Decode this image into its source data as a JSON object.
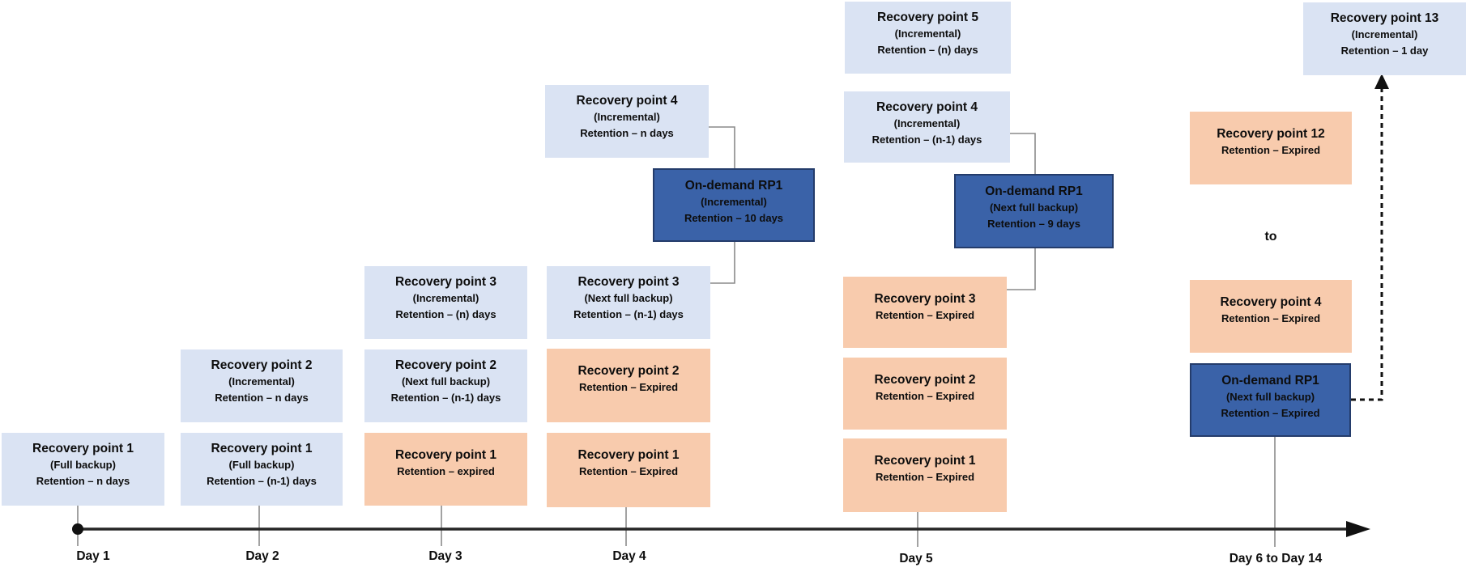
{
  "colors": {
    "scheduled": "#dae3f3",
    "expired": "#f8cbad",
    "ondemand": "#3a62a8",
    "ondemand-border": "#243c6b",
    "axis": "#262626",
    "connector": "#8a8a8a",
    "ink": "#0d0d0d"
  },
  "boxes": {
    "d1_rp1": {
      "lines": [
        "Recovery point 1",
        "(Full backup)",
        "Retention – n days"
      ]
    },
    "d2_rp2": {
      "lines": [
        "Recovery point 2",
        "(Incremental)",
        "Retention – n days"
      ]
    },
    "d2_rp1": {
      "lines": [
        "Recovery point 1",
        "(Full backup)",
        "Retention – (n-1) days"
      ]
    },
    "d3_rp3": {
      "lines": [
        "Recovery point 3",
        "(Incremental)",
        "Retention – (n) days"
      ]
    },
    "d3_rp2": {
      "lines": [
        "Recovery point 2",
        "(Next full backup)",
        "Retention – (n-1) days"
      ]
    },
    "d3_rp1": {
      "lines": [
        "Recovery point 1",
        "Retention – expired"
      ]
    },
    "d4_rp4": {
      "lines": [
        "Recovery point 4",
        "(Incremental)",
        "Retention – n days"
      ]
    },
    "d4_od": {
      "lines": [
        "On-demand RP1",
        "(Incremental)",
        "Retention – 10 days"
      ]
    },
    "d4_rp3": {
      "lines": [
        "Recovery point 3",
        "(Next full backup)",
        "Retention – (n-1) days"
      ]
    },
    "d4_rp2": {
      "lines": [
        "Recovery point 2",
        "Retention – Expired"
      ]
    },
    "d4_rp1": {
      "lines": [
        "Recovery point 1",
        "Retention – Expired"
      ]
    },
    "d5_rp5": {
      "lines": [
        "Recovery point 5",
        "(Incremental)",
        "Retention – (n) days"
      ]
    },
    "d5_rp4": {
      "lines": [
        "Recovery point 4",
        "(Incremental)",
        "Retention – (n-1) days"
      ]
    },
    "d5_od": {
      "lines": [
        "On-demand RP1",
        "(Next full backup)",
        "Retention – 9 days"
      ]
    },
    "d5_rp3": {
      "lines": [
        "Recovery point 3",
        "Retention – Expired"
      ]
    },
    "d5_rp2": {
      "lines": [
        "Recovery point 2",
        "Retention – Expired"
      ]
    },
    "d5_rp1": {
      "lines": [
        "Recovery point 1",
        "Retention – Expired"
      ]
    },
    "d6_rp13": {
      "lines": [
        "Recovery point 13",
        "(Incremental)",
        "Retention – 1 day"
      ]
    },
    "d6_rp12": {
      "lines": [
        "Recovery point 12",
        "Retention – Expired"
      ]
    },
    "d6_rp4": {
      "lines": [
        "Recovery point 4",
        "Retention – Expired"
      ]
    },
    "d6_od": {
      "lines": [
        "On-demand RP1",
        "(Next full backup)",
        "Retention – Expired"
      ]
    }
  },
  "to_label": "to",
  "timeline": {
    "labels": [
      {
        "text": "Day 1"
      },
      {
        "text": "Day 2"
      },
      {
        "text": "Day 3"
      },
      {
        "text": "Day 4"
      },
      {
        "text": "Day 5"
      },
      {
        "text": "Day 6 to Day 14"
      }
    ]
  }
}
